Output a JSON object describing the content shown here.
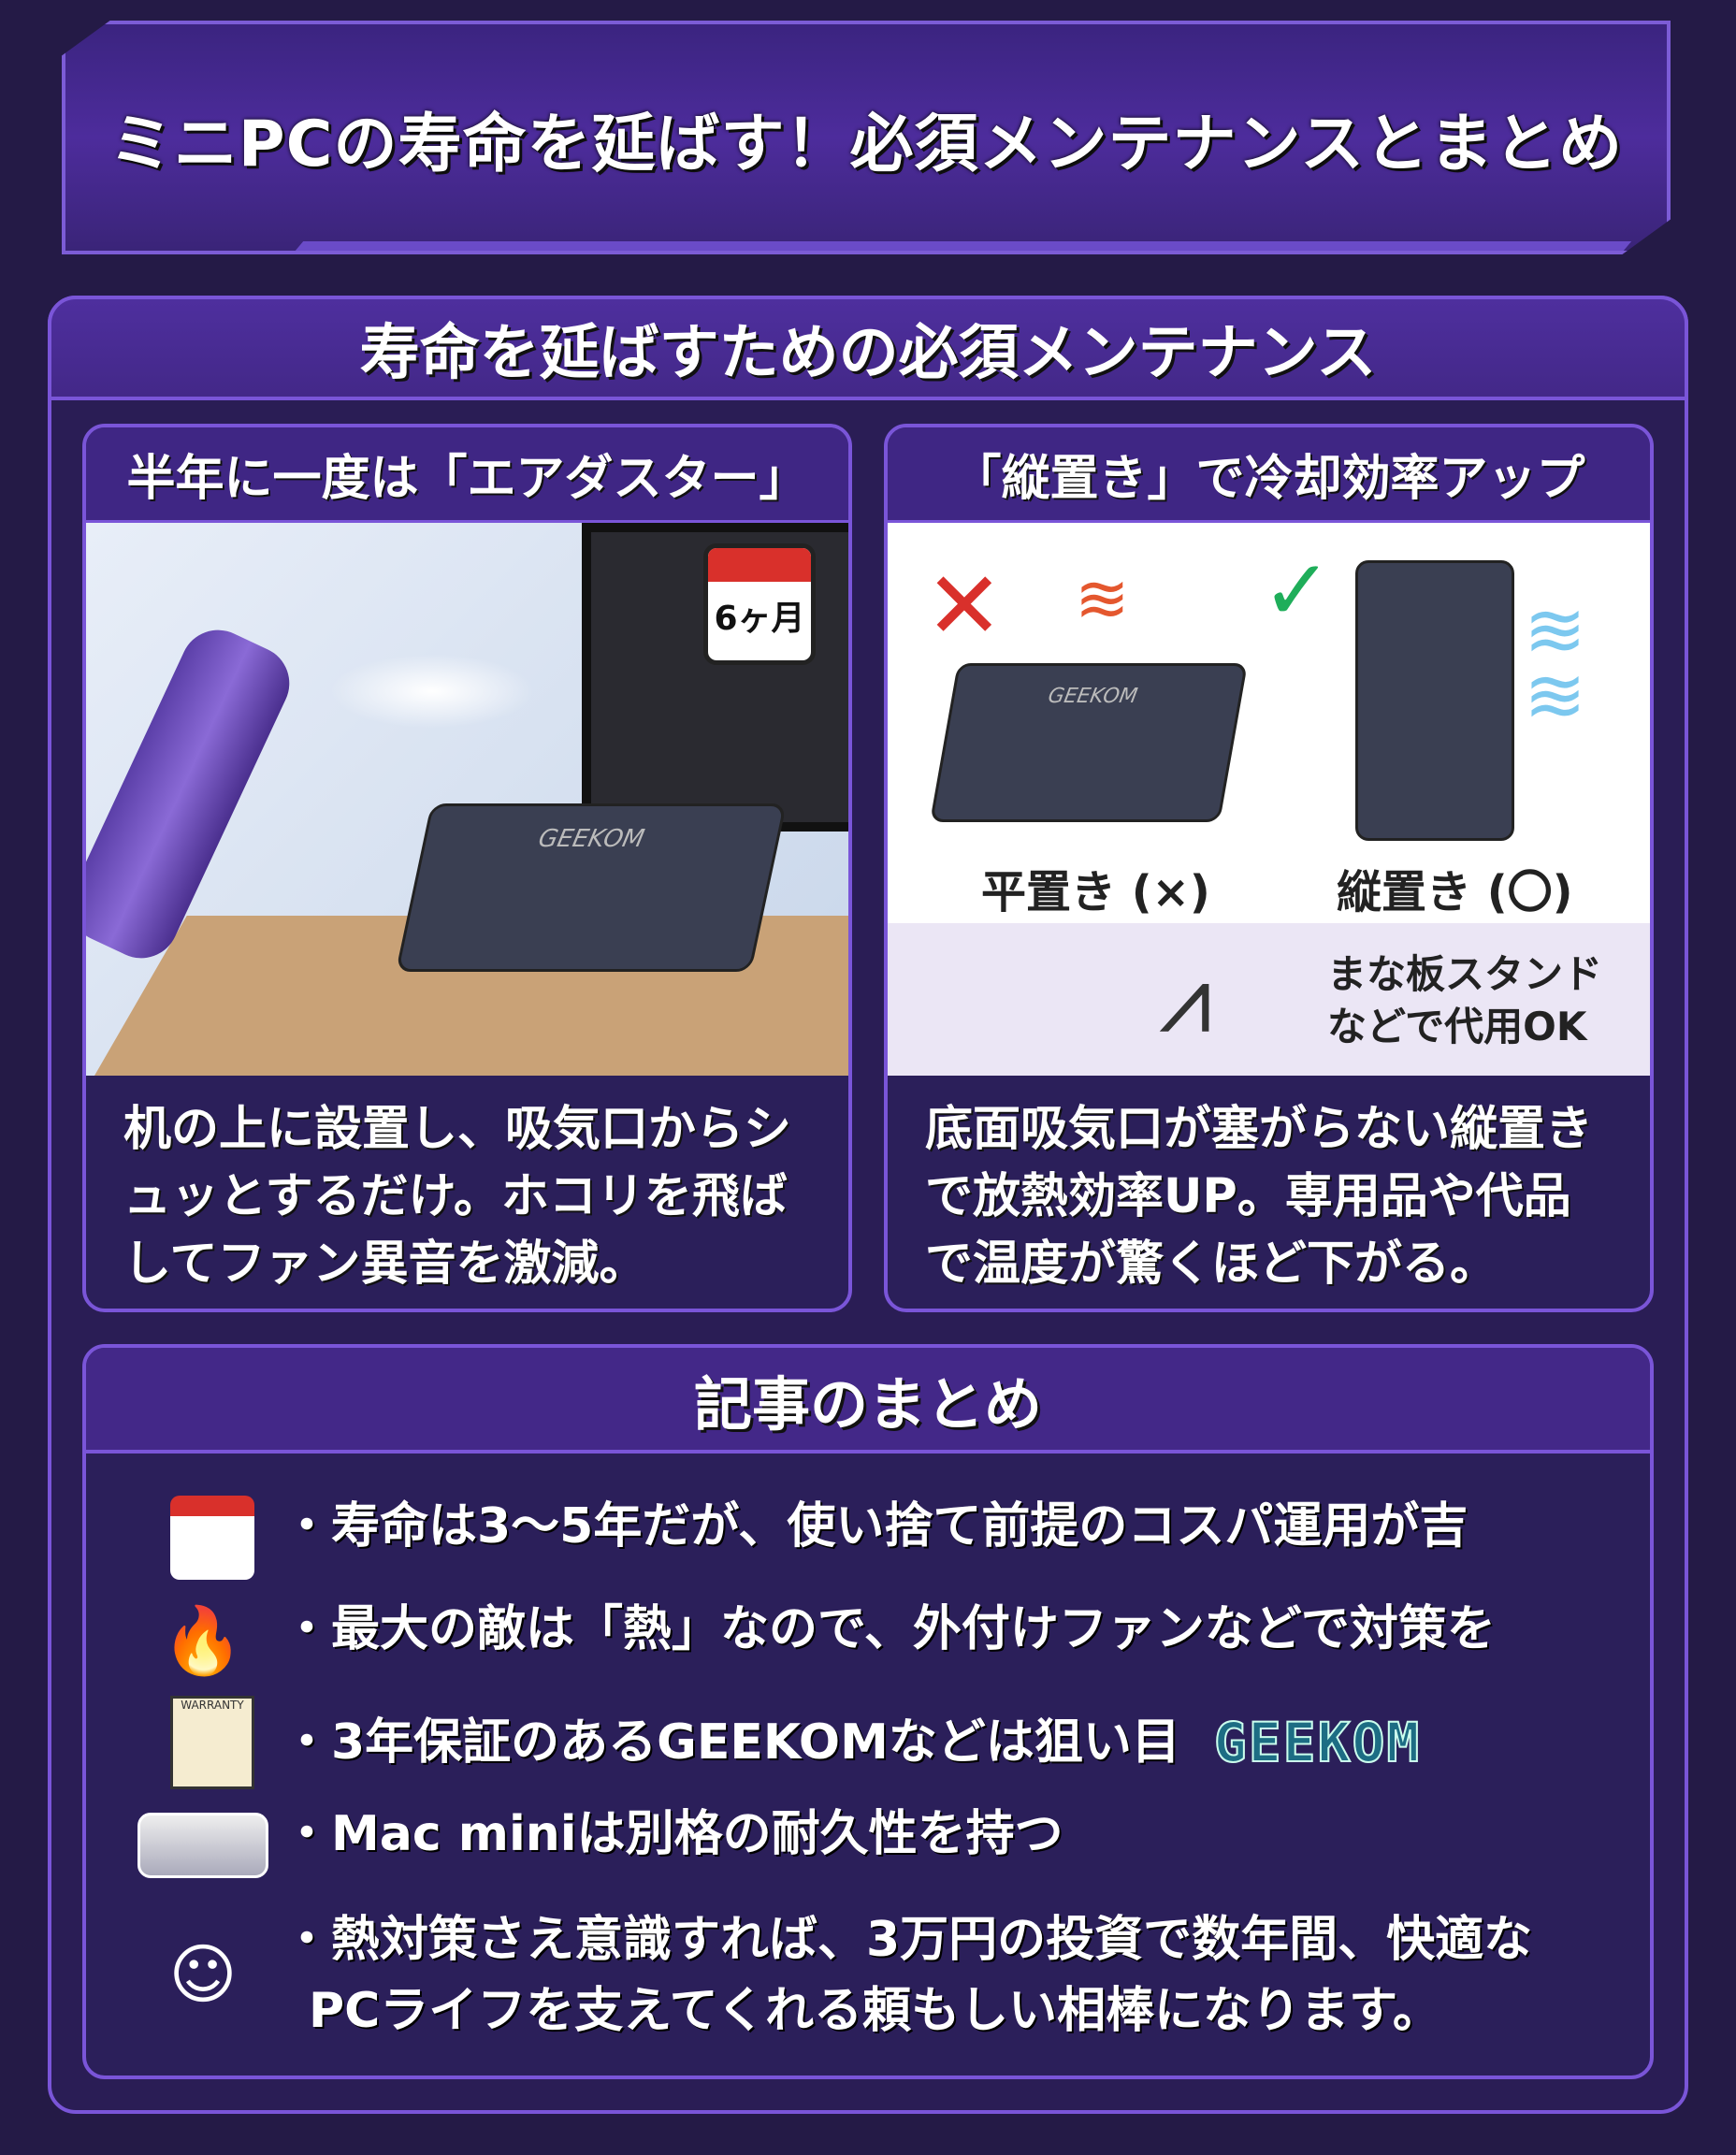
{
  "title": "ミニPCの寿命を延ばす！必須メンテナンスとまとめ",
  "maintenance": {
    "heading": "寿命を延ばすための必須メンテナンス",
    "cards": [
      {
        "title": "半年に一度は「エアダスター」",
        "badge": "6ヶ月",
        "device_brand": "GEEKOM",
        "text": "机の上に設置し、吸気口からシュッとするだけ。ホコリを飛ばしてファン異音を激減。"
      },
      {
        "title": "「縦置き」で冷却効率アップ",
        "device_brand": "GEEKOM",
        "label_flat": "平置き (×)",
        "label_vertical": "縦置き (〇)",
        "stand_note_1": "まな板スタンド",
        "stand_note_2": "などで代用OK",
        "text": "底面吸気口が塞がらない縦置きで放熱効率UP。専用品や代品で温度が驚くほど下がる。"
      }
    ]
  },
  "summary": {
    "heading": "記事のまとめ",
    "items": [
      {
        "icon": "calendar-coin-icon",
        "text": "・寿命は3〜5年だが、使い捨て前提のコスパ運用が吉"
      },
      {
        "icon": "fire-fan-icon",
        "text": "・最大の敵は「熱」なので、外付けファンなどで対策を"
      },
      {
        "icon": "warranty-icon",
        "text": "・3年保証のあるGEEKOMなどは狙い目",
        "logo": "GEEKOM",
        "warranty_label": "WARRANTY"
      },
      {
        "icon": "mac-mini-icon",
        "text": "・Mac miniは別格の耐久性を持つ"
      },
      {
        "icon": "happy-user-icon",
        "text": "・熱対策さえ意識すれば、3万円の投資で数年間、快適な",
        "text2": "PCライフを支えてくれる頼もしい相棒になります。"
      }
    ]
  },
  "colors": {
    "bg": "#241a46",
    "accent": "#7a55d8",
    "header": "#432888",
    "bad": "#d9302b",
    "good": "#1fae5a"
  }
}
